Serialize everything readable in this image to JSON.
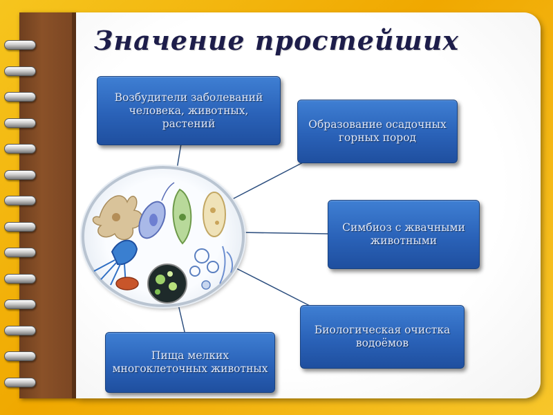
{
  "title": "Значение простейших",
  "center": {
    "icon": "protozoa-collage-icon"
  },
  "boxes": [
    {
      "id": "pathogens",
      "text": "Возбудители заболеваний человека, животных, растений"
    },
    {
      "id": "sedimentary",
      "text": "Образование осадочных горных пород"
    },
    {
      "id": "symbiosis",
      "text": "Симбиоз с жвачными животными"
    },
    {
      "id": "purification",
      "text": "Биологическая очистка водоёмов"
    },
    {
      "id": "food",
      "text": "Пища мелких многоклеточных животных"
    }
  ]
}
